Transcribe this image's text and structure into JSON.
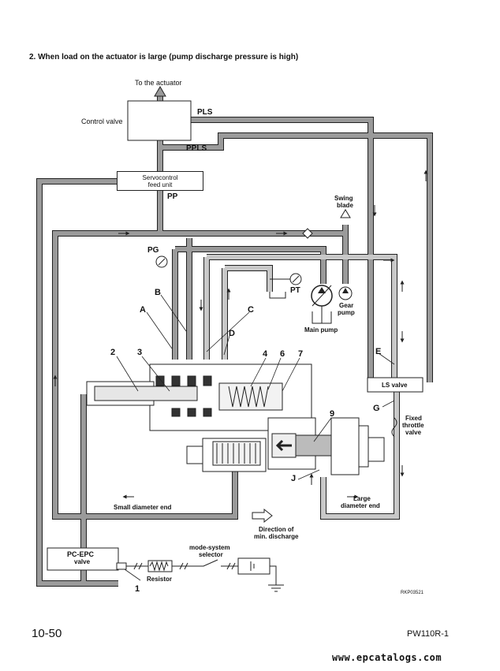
{
  "heading": "2.  When load on the actuator is large (pump discharge pressure is high)",
  "labels": {
    "to_actuator": "To the actuator",
    "control_valve": "Control valve",
    "pls": "PLS",
    "ppls": "PPLS",
    "servo_line1": "Servocontrol",
    "servo_line2": "feed unit",
    "pp": "PP",
    "swing_blade_1": "Swing",
    "swing_blade_2": "blade",
    "pg": "PG",
    "pt": "PT",
    "gear_pump_1": "Gear",
    "gear_pump_2": "pump",
    "main_pump": "Main pump",
    "ls_valve": "LS valve",
    "fixed_throttle_1": "Fixed",
    "fixed_throttle_2": "throttle",
    "fixed_throttle_3": "valve",
    "small_end": "Small diameter end",
    "large_end_1": "Large",
    "large_end_2": "diameter end",
    "direction_1": "Direction of",
    "direction_2": "min. discharge",
    "pc_epc_1": "PC-EPC",
    "pc_epc_2": "valve",
    "resistor": "Resistor",
    "mode_sel_1": "mode-system",
    "mode_sel_2": "selector",
    "ref_code": "RKP03521"
  },
  "callouts": {
    "A": "A",
    "B": "B",
    "C": "C",
    "D": "D",
    "E": "E",
    "G": "G",
    "J": "J",
    "n1": "1",
    "n2": "2",
    "n3": "3",
    "n4": "4",
    "n6": "6",
    "n7": "7",
    "n9": "9"
  },
  "footer": {
    "page_number": "10-50",
    "model": "PW110R-1",
    "website": "www.epcatalogs.com"
  },
  "colors": {
    "pipe_fill": "#9a9a9a",
    "pipe_light": "#c8c8c8",
    "outline": "#222222"
  }
}
